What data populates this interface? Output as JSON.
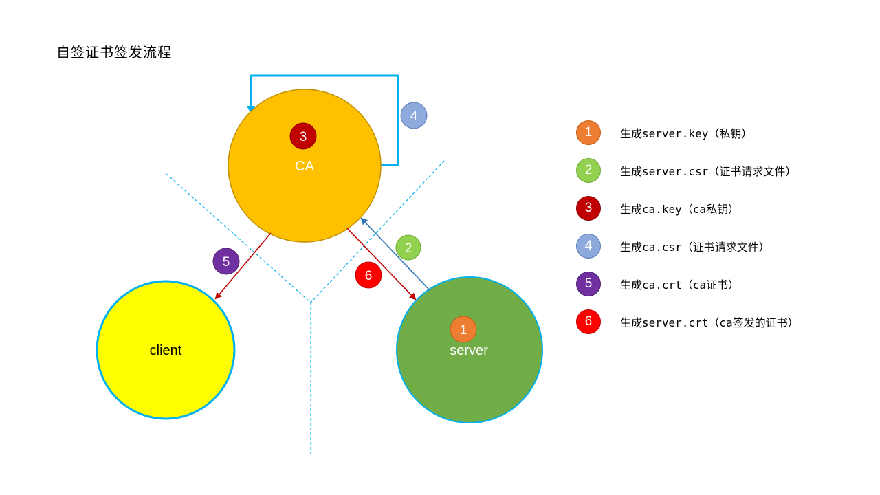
{
  "title": "自签证书签发流程",
  "colors": {
    "ca_fill": "#FFC000",
    "client_fill": "#FFFF00",
    "server_fill": "#70AD47",
    "step1": "#ED7D31",
    "step2": "#92D050",
    "step3": "#C00000",
    "step4": "#8EA9DB",
    "step5": "#7030A0",
    "step6": "#FF0000",
    "loop_line": "#00B0F0",
    "divider": "#00B0F0"
  },
  "nodes": {
    "ca": {
      "label": "CA",
      "step": "3"
    },
    "client": {
      "label": "client"
    },
    "server": {
      "label": "server",
      "step": "1"
    }
  },
  "markers": {
    "loop": "4",
    "server_to_ca": "2",
    "ca_to_client": "5",
    "ca_to_server": "6"
  },
  "legend": [
    {
      "num": "1",
      "text": "生成server.key（私钥）"
    },
    {
      "num": "2",
      "text": "生成server.csr（证书请求文件）"
    },
    {
      "num": "3",
      "text": "生成ca.key（ca私钥）"
    },
    {
      "num": "4",
      "text": "生成ca.csr（证书请求文件）"
    },
    {
      "num": "5",
      "text": "生成ca.crt（ca证书）"
    },
    {
      "num": "6",
      "text": "生成server.crt（ca签发的证书）"
    }
  ]
}
